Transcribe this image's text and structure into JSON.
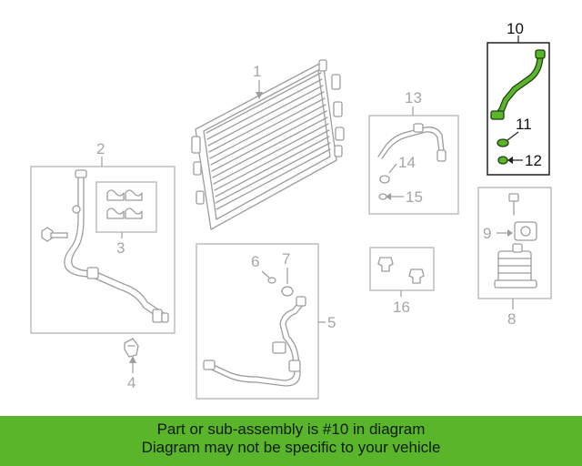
{
  "callouts": {
    "c1": "1",
    "c2": "2",
    "c3": "3",
    "c4": "4",
    "c5": "5",
    "c6": "6",
    "c7": "7",
    "c8": "8",
    "c9": "9",
    "c10": "10",
    "c11": "11",
    "c12": "12",
    "c13": "13",
    "c14": "14",
    "c15": "15",
    "c16": "16"
  },
  "highlight_color": "#5ab52b",
  "banner": {
    "line1": "Part or sub-assembly is #10 in diagram",
    "line2": "Diagram may not be specific to your vehicle"
  }
}
